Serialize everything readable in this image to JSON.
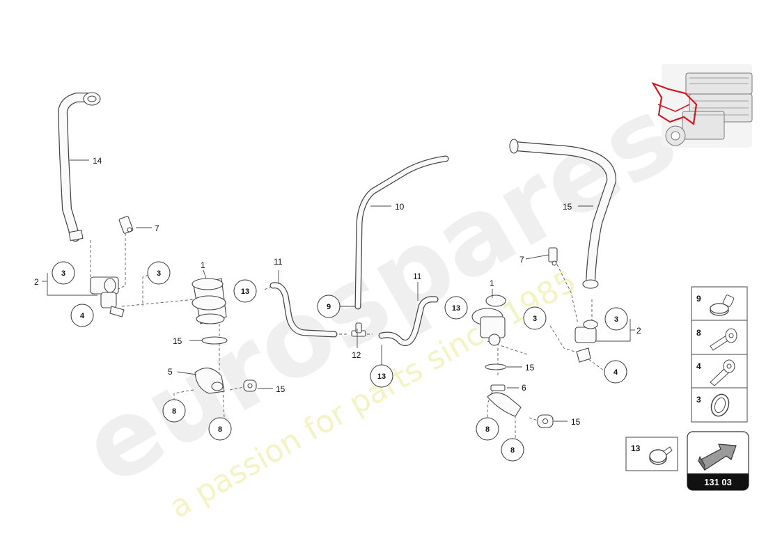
{
  "watermark": {
    "brand": "eurospares",
    "tagline": "a passion for parts since 1985"
  },
  "callouts": {
    "c3_left": "3",
    "c3_mid": "3",
    "c4_left": "4",
    "c13_a": "13",
    "c9": "9",
    "c13_b": "13",
    "c13_c": "13",
    "c8_a": "8",
    "c8_b": "8",
    "c3_r1": "3",
    "c3_r2": "3",
    "c4_right": "4",
    "c8_c": "8",
    "c8_d": "8"
  },
  "labels": {
    "l14": "14",
    "l7_left": "7",
    "l2_left": "2",
    "l1_left": "1",
    "l15_a": "15",
    "l5": "5",
    "l15_b": "15",
    "l11_a": "11",
    "l10": "10",
    "l12": "12",
    "l11_b": "11",
    "l1_right": "1",
    "l15_c": "15",
    "l7_right": "7",
    "l2_right": "2",
    "l15_d": "15",
    "l6": "6",
    "l15_e": "15"
  },
  "legend": {
    "items": [
      {
        "num": "9",
        "icon": "hose-clamp-icon"
      },
      {
        "num": "8",
        "icon": "flange-bolt-icon"
      },
      {
        "num": "4",
        "icon": "bolt-icon"
      },
      {
        "num": "3",
        "icon": "seal-ring-icon"
      }
    ],
    "item_13": {
      "num": "13",
      "icon": "spring-clamp-icon"
    },
    "page_ref": "131 03",
    "arrow_icon": "next-page-arrow-icon"
  }
}
